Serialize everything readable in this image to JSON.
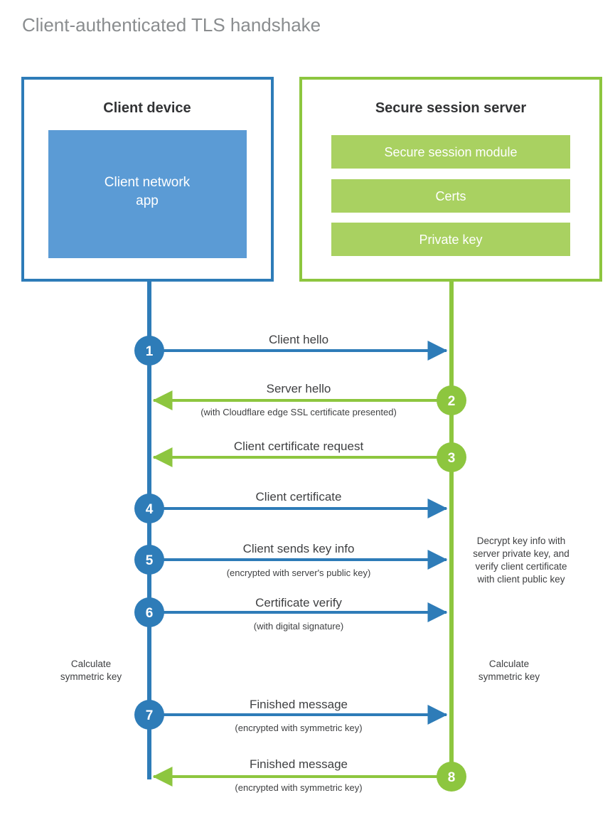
{
  "title": "Client-authenticated TLS handshake",
  "colors": {
    "client_border": "#2e7cb8",
    "client_fill": "#5b9bd5",
    "server_border": "#8dc63f",
    "server_fill": "#a9d161",
    "client_line": "#2e7cb8",
    "server_line": "#8dc63f",
    "step_blue": "#2e7cb8",
    "step_green": "#8dc63f",
    "title_gray": "#8a8d8f",
    "text_dark": "#3f4042",
    "background": "#ffffff"
  },
  "client": {
    "title": "Client device",
    "app_label_line1": "Client network",
    "app_label_line2": "app"
  },
  "server": {
    "title": "Secure session server",
    "bars": [
      {
        "label": "Secure session module"
      },
      {
        "label": "Certs"
      },
      {
        "label": "Private key"
      }
    ]
  },
  "steps": [
    {
      "number": "1",
      "direction": "client-to-server",
      "side": "client",
      "main": "Client hello",
      "sub": ""
    },
    {
      "number": "2",
      "direction": "server-to-client",
      "side": "server",
      "main": "Server hello",
      "sub": "(with Cloudflare edge SSL certificate presented)"
    },
    {
      "number": "3",
      "direction": "server-to-client",
      "side": "server",
      "main": "Client certificate request",
      "sub": ""
    },
    {
      "number": "4",
      "direction": "client-to-server",
      "side": "client",
      "main": "Client certificate",
      "sub": ""
    },
    {
      "number": "5",
      "direction": "client-to-server",
      "side": "client",
      "main": "Client sends key info",
      "sub": "(encrypted with server's public key)"
    },
    {
      "number": "6",
      "direction": "client-to-server",
      "side": "client",
      "main": "Certificate verify",
      "sub": "(with digital signature)"
    },
    {
      "number": "7",
      "direction": "client-to-server",
      "side": "client",
      "main": "Finished message",
      "sub": "(encrypted with symmetric key)"
    },
    {
      "number": "8",
      "direction": "server-to-client",
      "side": "server",
      "main": "Finished message",
      "sub": "(encrypted with symmetric key)"
    }
  ],
  "annotations": {
    "server_decrypt": {
      "line1": "Decrypt key info with",
      "line2": "server private key, and",
      "line3": "verify client certificate",
      "line4": "with client public key"
    },
    "client_calc": {
      "line1": "Calculate",
      "line2": "symmetric key"
    },
    "server_calc": {
      "line1": "Calculate",
      "line2": "symmetric key"
    }
  }
}
